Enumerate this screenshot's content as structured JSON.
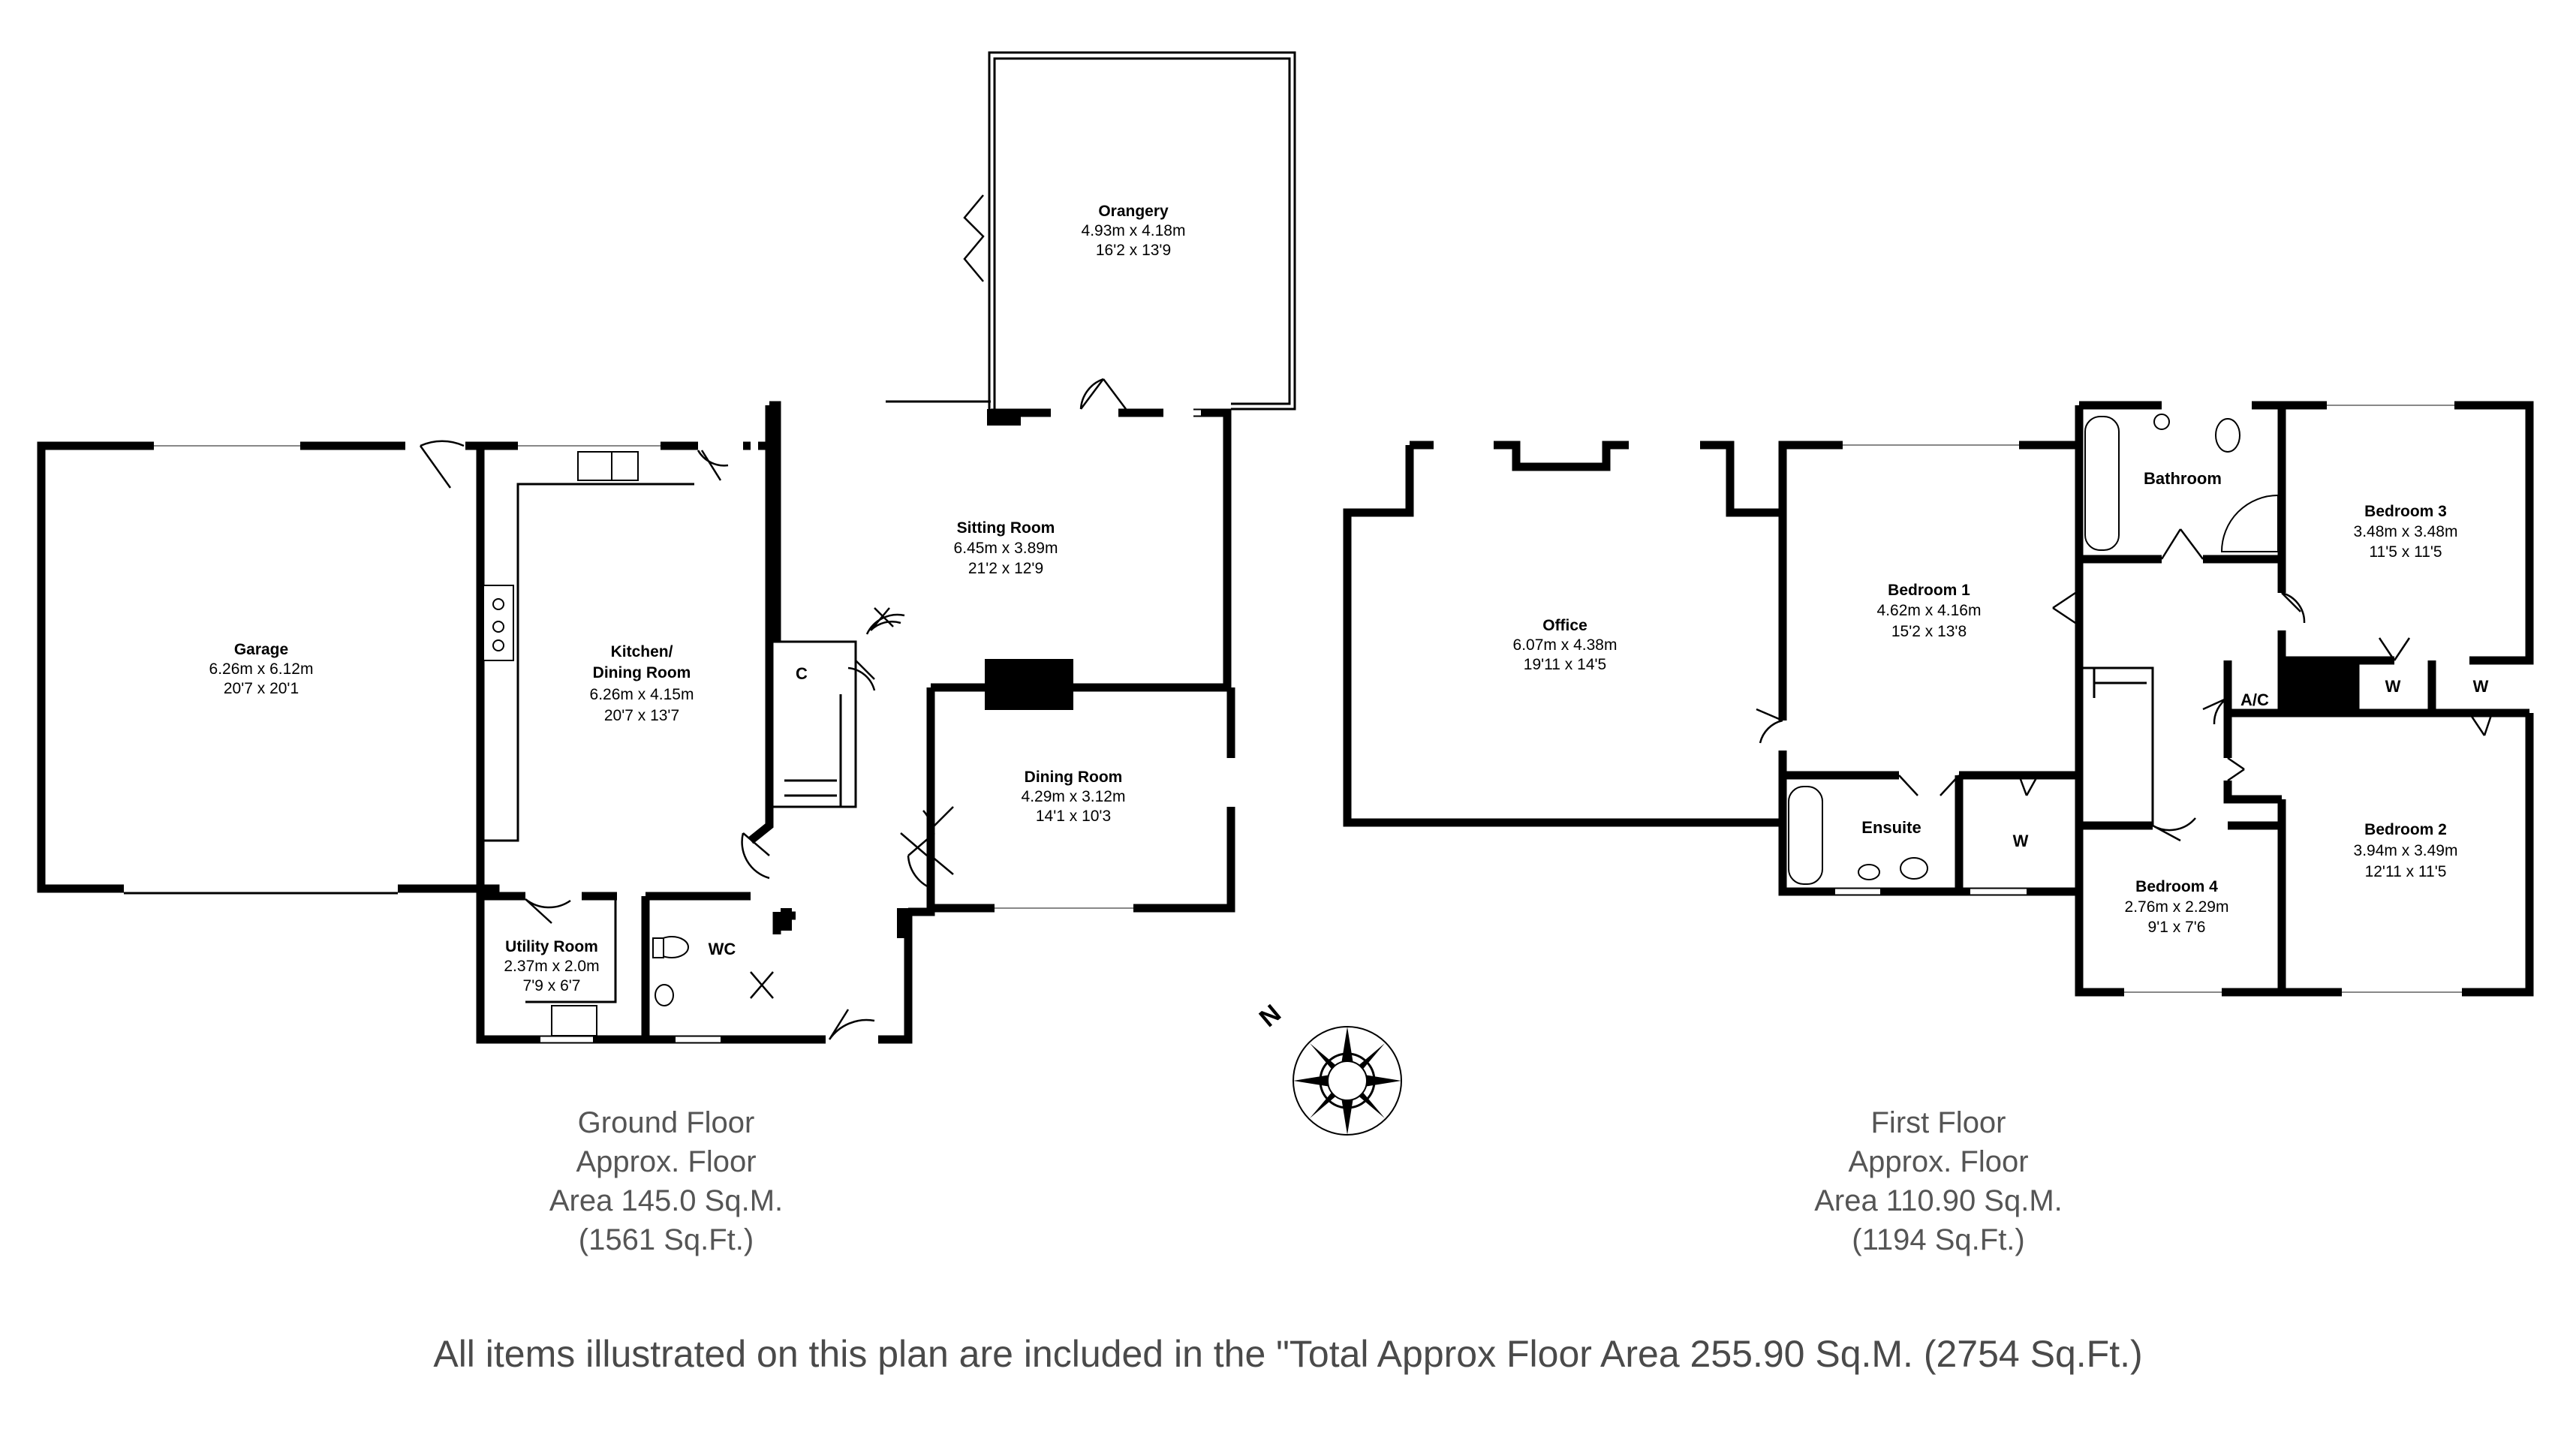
{
  "rooms": {
    "garage": {
      "name": "Garage",
      "metric": "6.26m x 6.12m",
      "imperial": "20'7 x 20'1"
    },
    "kitchen": {
      "name_line1": "Kitchen/",
      "name_line2": "Dining Room",
      "metric": "6.26m x 4.15m",
      "imperial": "20'7 x 13'7"
    },
    "utility": {
      "name": "Utility Room",
      "metric": "2.37m x 2.0m",
      "imperial": "7'9 x 6'7"
    },
    "wc": {
      "name": "WC"
    },
    "cupboard": {
      "name": "C"
    },
    "sitting": {
      "name": "Sitting Room",
      "metric": "6.45m x 3.89m",
      "imperial": "21'2 x 12'9"
    },
    "dining": {
      "name": "Dining Room",
      "metric": "4.29m x 3.12m",
      "imperial": "14'1 x 10'3"
    },
    "orangery": {
      "name": "Orangery",
      "metric": "4.93m x 4.18m",
      "imperial": "16'2 x 13'9"
    },
    "office": {
      "name": "Office",
      "metric": "6.07m x 4.38m",
      "imperial": "19'11 x 14'5"
    },
    "bedroom1": {
      "name": "Bedroom 1",
      "metric": "4.62m x 4.16m",
      "imperial": "15'2 x 13'8"
    },
    "ensuite": {
      "name": "Ensuite"
    },
    "wardrobe1": {
      "name": "W"
    },
    "bathroom": {
      "name": "Bathroom"
    },
    "bedroom3": {
      "name": "Bedroom 3",
      "metric": "3.48m x 3.48m",
      "imperial": "11'5 x 11'5"
    },
    "airing": {
      "name": "A/C"
    },
    "wardrobe2": {
      "name": "W"
    },
    "wardrobe3": {
      "name": "W"
    },
    "bedroom2": {
      "name": "Bedroom 2",
      "metric": "3.94m x 3.49m",
      "imperial": "12'11 x 11'5"
    },
    "bedroom4": {
      "name": "Bedroom 4",
      "metric": "2.76m x 2.29m",
      "imperial": "9'1 x 7'6"
    }
  },
  "compass": {
    "label": "N"
  },
  "ground_floor": {
    "title": "Ground Floor",
    "line2": "Approx. Floor",
    "line3": "Area 145.0 Sq.M.",
    "line4": "(1561 Sq.Ft.)"
  },
  "first_floor": {
    "title": "First Floor",
    "line2": "Approx. Floor",
    "line3": "Area 110.90 Sq.M.",
    "line4": "(1194 Sq.Ft.)"
  },
  "total_note": "All items illustrated on this plan are included in the \"Total Approx Floor Area 255.90 Sq.M. (2754 Sq.Ft.)"
}
